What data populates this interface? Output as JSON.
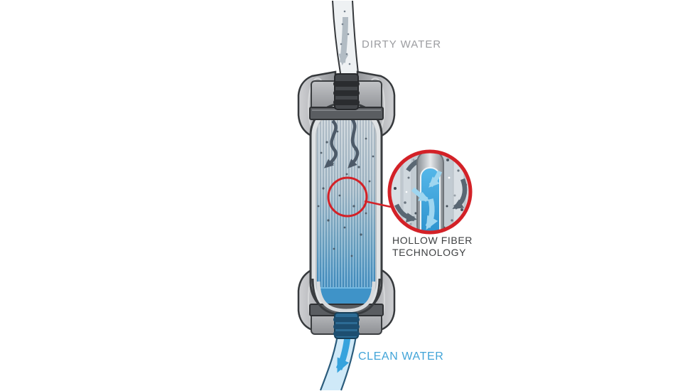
{
  "diagram": {
    "labels": {
      "dirty_water": "DIRTY WATER",
      "hollow_fiber_line1": "HOLLOW FIBER",
      "hollow_fiber_line2": "TECHNOLOGY",
      "clean_water": "CLEAN WATER"
    },
    "colors": {
      "dirty_water_label": "#9b9ca0",
      "hollow_fiber_label": "#3d3f41",
      "clean_water_label": "#41a4d8",
      "annotation_red": "#d32127",
      "clean_water_flow": "#36a3dd",
      "dirty_water_flow": "#b2bcc4",
      "filter_water_blue": "#3f93c8",
      "housing_gray": "#b2b4b8"
    }
  }
}
